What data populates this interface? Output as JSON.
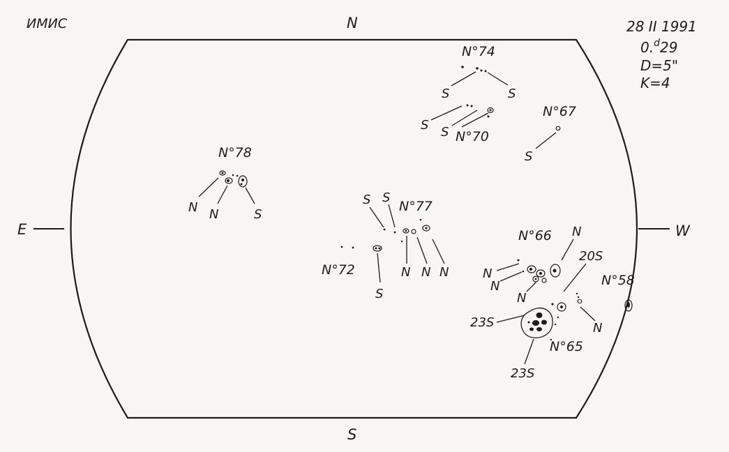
{
  "observatory": "ИМИС",
  "observation": {
    "date": "28 II 1991",
    "time_prefix": "0.",
    "time_sup": "d",
    "time_value": "29",
    "diameter": "D=5\"",
    "k_index": "K=4"
  },
  "compass": {
    "north": "N",
    "south": "S",
    "east": "E",
    "west": "W"
  },
  "regions": {
    "r74": "N°74",
    "r67": "N°67",
    "r70": "N°70",
    "r78": "N°78",
    "r77": "N°77",
    "r72": "N°72",
    "r66": "N°66",
    "r58": "N°58",
    "r65": "N°65"
  },
  "polarity": {
    "n": "N",
    "s": "S",
    "s20": "20S",
    "s23": "23S"
  },
  "colors": {
    "ink": "#1c1c1c",
    "paper": "#f7f6f3"
  }
}
